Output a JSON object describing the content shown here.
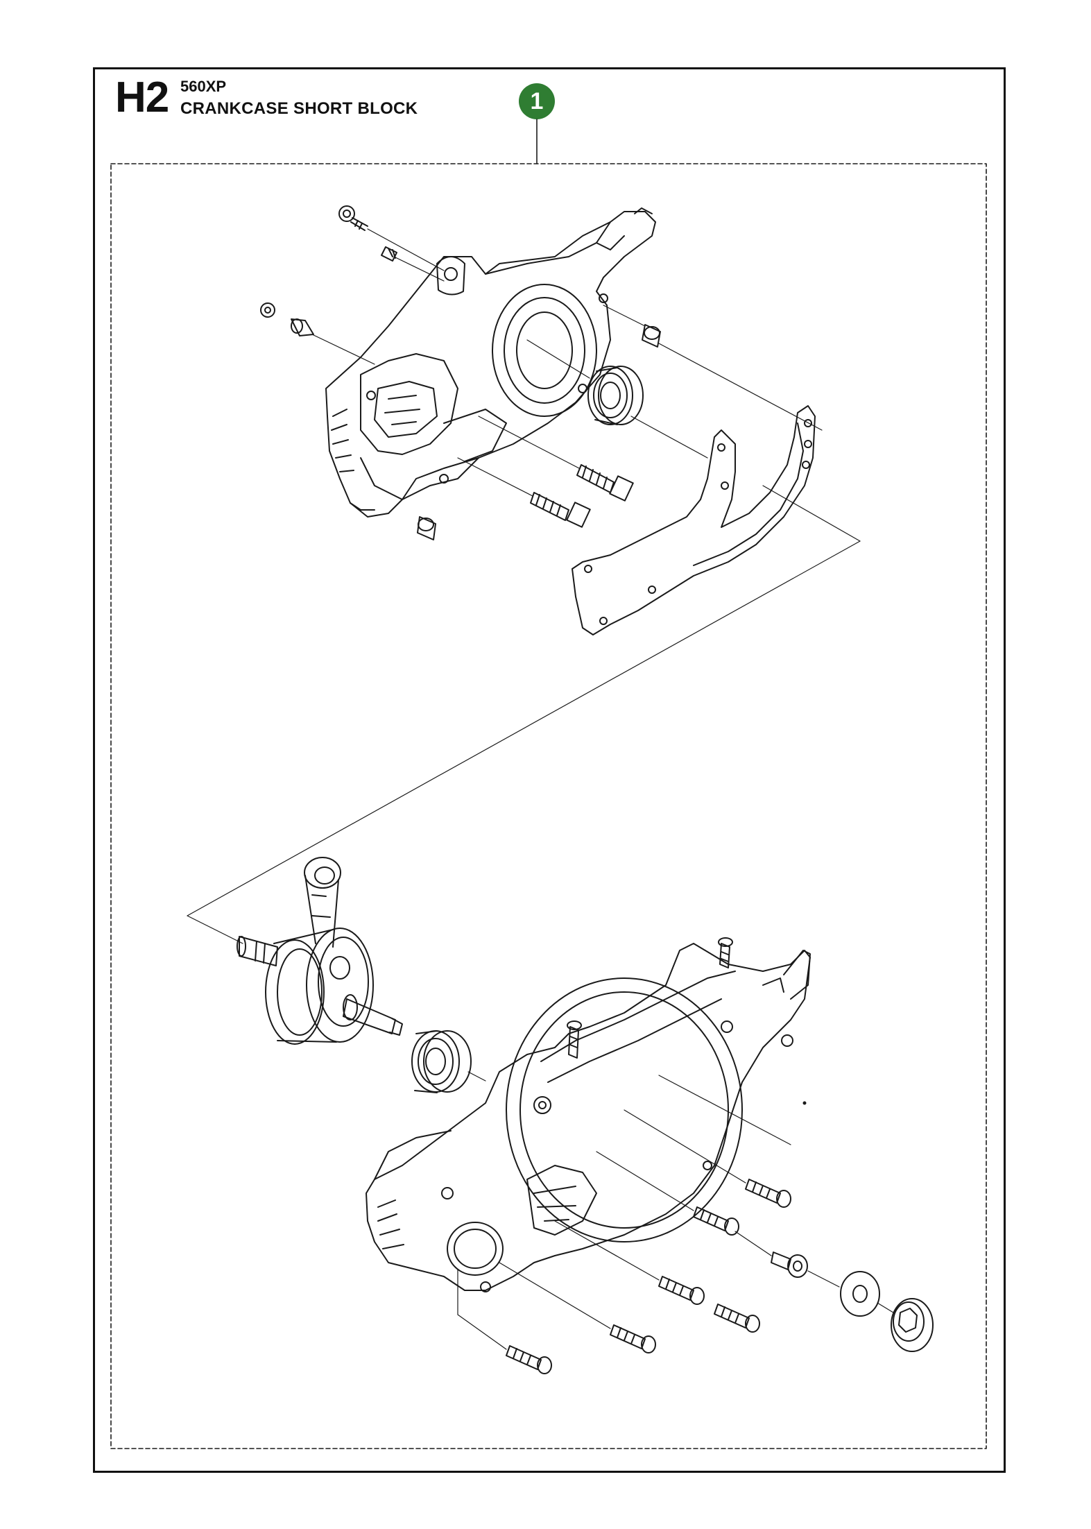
{
  "header": {
    "section_code": "H2",
    "model": "560XP",
    "title": "CRANKCASE SHORT BLOCK"
  },
  "callouts": [
    {
      "number": "1"
    }
  ],
  "colors": {
    "line": "#1a1a1a",
    "callout_fill": "#2f7d32",
    "callout_text": "#ffffff"
  }
}
